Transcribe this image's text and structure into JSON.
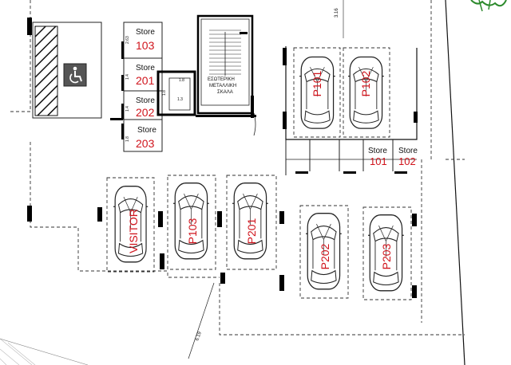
{
  "stores": [
    {
      "id": "store-103",
      "label": "Store",
      "number": "103",
      "dim": "2.63"
    },
    {
      "id": "store-201",
      "label": "Store",
      "number": "201",
      "dim": "1.4"
    },
    {
      "id": "store-202",
      "label": "Store",
      "number": "202",
      "dim": "1.4"
    },
    {
      "id": "store-203",
      "label": "Store",
      "number": "203",
      "dim": "1.8"
    }
  ],
  "right_stores": [
    {
      "id": "store-101",
      "label": "Store",
      "number": "101"
    },
    {
      "id": "store-102",
      "label": "Store",
      "number": "102"
    }
  ],
  "parking": [
    {
      "id": "p101",
      "label": "P101"
    },
    {
      "id": "p102",
      "label": "P102"
    },
    {
      "id": "visitor",
      "label": "VISITOR"
    },
    {
      "id": "p103",
      "label": "P103"
    },
    {
      "id": "p201",
      "label": "P201"
    },
    {
      "id": "p202",
      "label": "P202"
    },
    {
      "id": "p203",
      "label": "P203"
    }
  ],
  "stair": {
    "line1": "ΕΣΩΤΕΡΙΚΗ",
    "line2": "ΜΕΤΑΛΛΙΚΗ",
    "line3": "ΣΚΑΛΑ"
  },
  "lift_dims": {
    "w": "1.8",
    "h": "1.3",
    "side": "1.8"
  },
  "dimension_top": "3.16",
  "dimension_bottom": "6.19",
  "colors": {
    "label_red": "#d0141c",
    "line": "#222222",
    "accessible_icon": "#222222"
  },
  "icons": {
    "accessible": "wheelchair-icon"
  }
}
